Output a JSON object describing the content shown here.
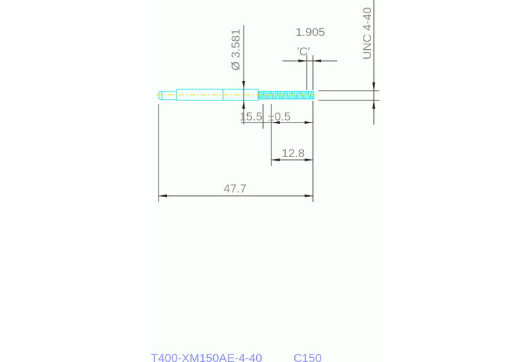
{
  "drawing": {
    "dimensions": {
      "diameter": "Ø 3.581",
      "chamfer_width": "1.905",
      "chamfer_label": "'C'",
      "thread_spec": "UNC 4-40",
      "length_to_shoulder": "15.5",
      "length_tolerance": "±0.5",
      "thread_length": "12.8",
      "overall_length": "47.7"
    },
    "colors": {
      "part_outline": "#22dddd",
      "centerline": "#e6e600",
      "dimension_lines": "#444444",
      "title_text": "#8c8cff"
    }
  },
  "title_block": {
    "part_number": "T400-XM150AE-4-40",
    "code": "C150"
  }
}
